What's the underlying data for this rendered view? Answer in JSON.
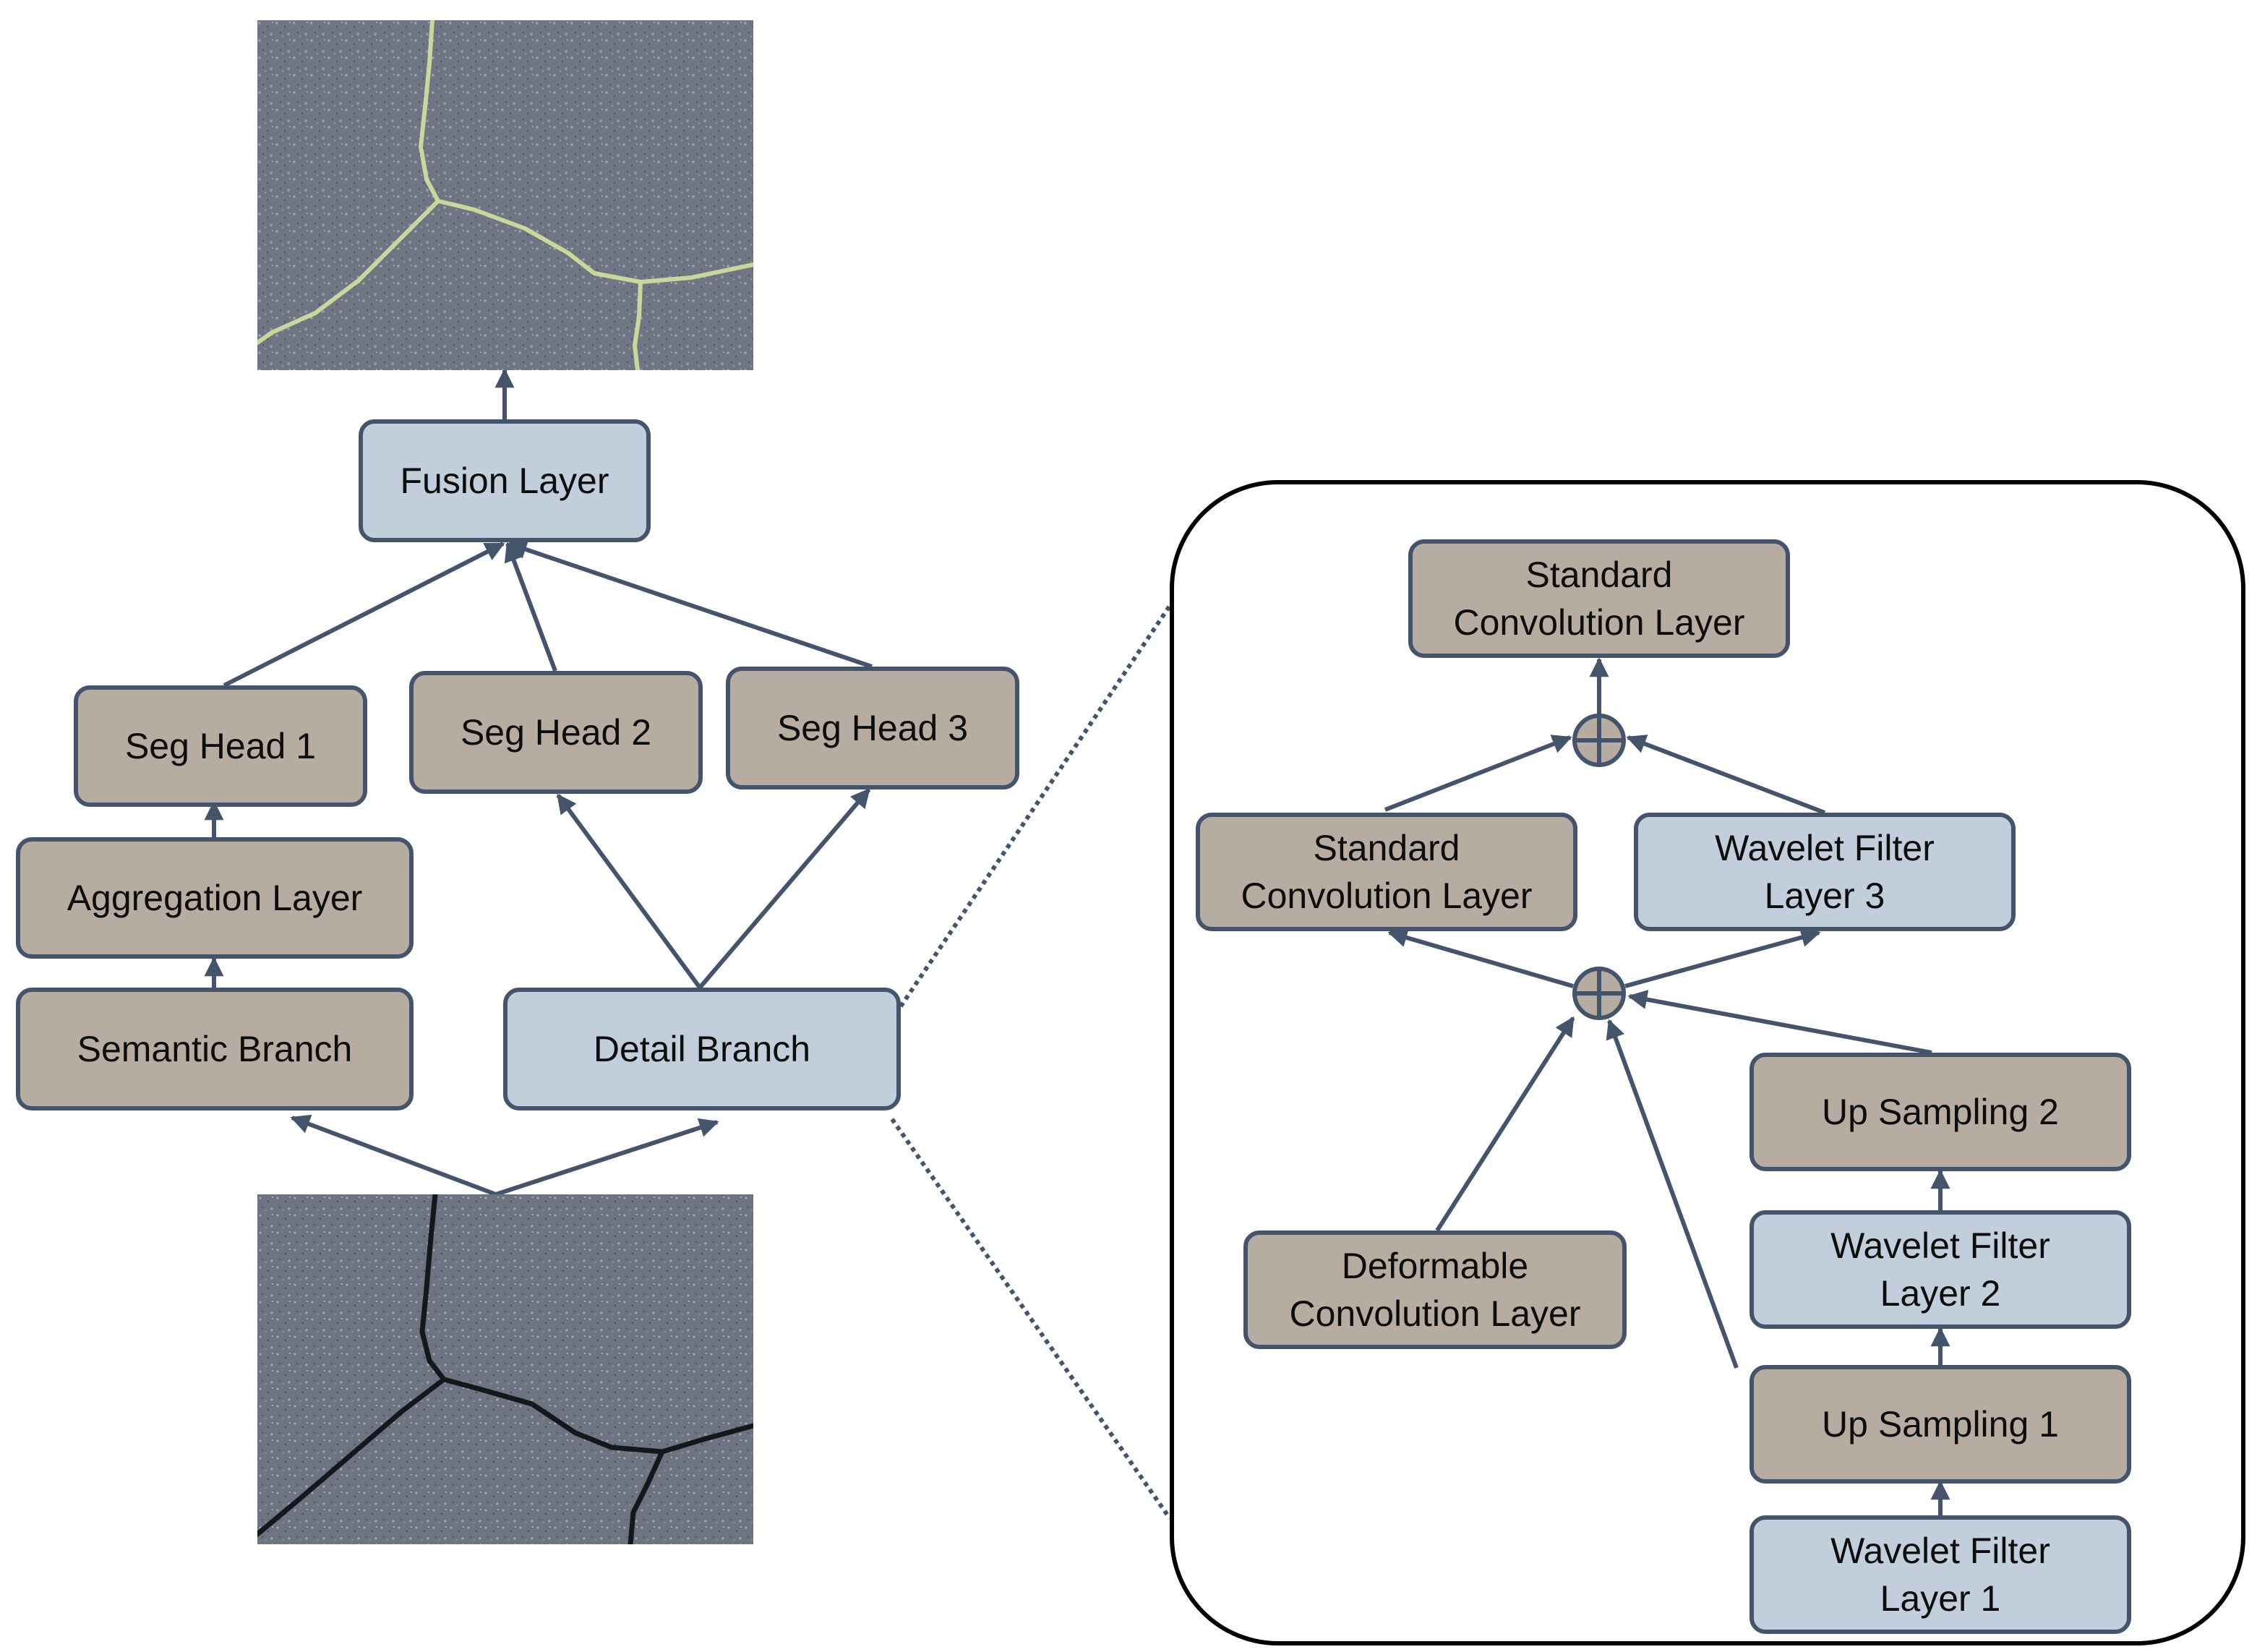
{
  "colors": {
    "tan_box": "#b7aca1",
    "blue_box": "#c2cedb",
    "box_border": "#44546a",
    "arrow": "#44546a",
    "frame": "#000000"
  },
  "images": {
    "output": "output-crack-segmentation-image",
    "input": "input-pavement-crack-image"
  },
  "main": {
    "fusion_layer": "Fusion Layer",
    "seg_head_1": "Seg Head 1",
    "seg_head_2": "Seg Head 2",
    "seg_head_3": "Seg Head 3",
    "aggregation_layer": "Aggregation Layer",
    "semantic_branch": "Semantic Branch",
    "detail_branch": "Detail Branch"
  },
  "detail": {
    "standard_conv_top": "Standard\nConvolution Layer",
    "standard_conv_mid": "Standard\nConvolution Layer",
    "wavelet_3": "Wavelet Filter\nLayer 3",
    "up_sampling_2": "Up Sampling 2",
    "wavelet_2": "Wavelet Filter\nLayer 2",
    "deformable_conv": "Deformable\nConvolution Layer",
    "up_sampling_1": "Up Sampling 1",
    "wavelet_1": "Wavelet Filter\nLayer 1"
  }
}
